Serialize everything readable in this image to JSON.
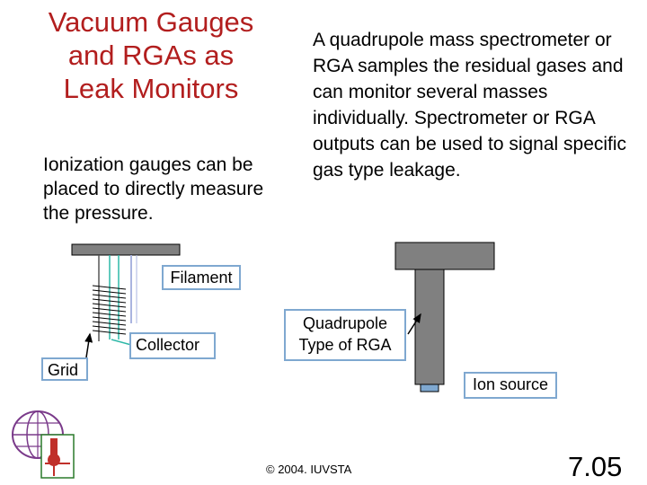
{
  "title": [
    "Vacuum Gauges",
    "and RGAs as",
    "Leak Monitors"
  ],
  "left_text": "Ionization gauges can be placed to directly measure the pressure.",
  "right_text": "A quadrupole mass spectrometer or RGA samples the residual gases and can monitor several masses individually.  Spectrometer or RGA outputs can be used to signal specific gas type leakage.",
  "labels": {
    "filament": "Filament",
    "collector": "Collector",
    "grid": "Grid",
    "rga": [
      "Quadrupole",
      "Type of RGA"
    ],
    "ion_source": "Ion source"
  },
  "footer": {
    "copyright": "© 2004. IUVSTA",
    "page_number": "7.05"
  },
  "colors": {
    "title": "#b21e1e",
    "label_border": "#7fa8d0",
    "gauge_body": "#808080",
    "collector_wire": "#2eb8a8",
    "logo_red": "#c0302a",
    "logo_purple": "#7a3a8a"
  }
}
